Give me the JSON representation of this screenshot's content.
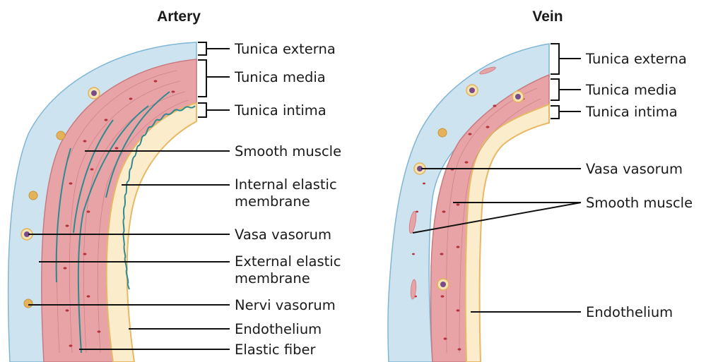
{
  "artery": {
    "title": "Artery",
    "labels": {
      "tunica_externa": "Tunica externa",
      "tunica_media": "Tunica media",
      "tunica_intima": "Tunica intima",
      "smooth_muscle": "Smooth muscle",
      "internal_elastic_1": "Internal elastic",
      "internal_elastic_2": "membrane",
      "vasa_vasorum": "Vasa vasorum",
      "external_elastic_1": "External elastic",
      "external_elastic_2": "membrane",
      "nervi_vasorum": "Nervi vasorum",
      "endothelium": "Endothelium",
      "elastic_fiber": "Elastic fiber"
    }
  },
  "vein": {
    "title": "Vein",
    "labels": {
      "tunica_externa": "Tunica externa",
      "tunica_media": "Tunica media",
      "tunica_intima": "Tunica intima",
      "vasa_vasorum": "Vasa vasorum",
      "smooth_muscle": "Smooth muscle",
      "endothelium": "Endothelium"
    }
  },
  "colors": {
    "externa": "#cde3f0",
    "externa_stroke": "#7fb6d6",
    "media": "#e8a3a6",
    "media_stroke": "#c97a80",
    "intima": "#fbeccb",
    "intima_stroke": "#e7b866",
    "elastic": "#2f8a8f",
    "nucleus": "#b5343c",
    "vasa": "#7a4b8a",
    "nerve": "#e3b25a"
  }
}
